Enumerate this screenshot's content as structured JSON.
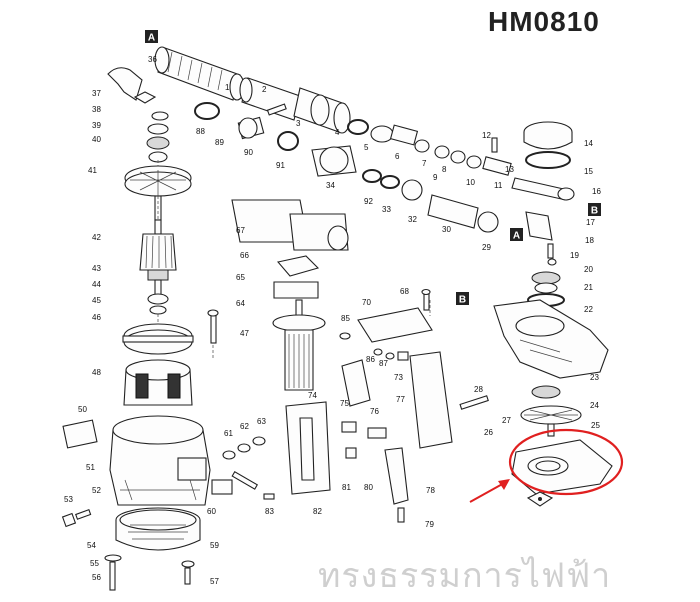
{
  "model": "HM0810",
  "watermark": "ทรงธรรมการไฟฟ้า",
  "markers": [
    "A",
    "A",
    "B",
    "B"
  ],
  "part_numbers": [
    "1",
    "2",
    "3",
    "4",
    "5",
    "6",
    "7",
    "8",
    "9",
    "10",
    "11",
    "12",
    "13",
    "14",
    "15",
    "16",
    "17",
    "18",
    "19",
    "20",
    "21",
    "22",
    "23",
    "24",
    "25",
    "26",
    "27",
    "28",
    "29",
    "30",
    "32",
    "33",
    "34",
    "36",
    "37",
    "38",
    "39",
    "40",
    "41",
    "42",
    "43",
    "44",
    "45",
    "46",
    "47",
    "48",
    "50",
    "51",
    "52",
    "53",
    "54",
    "55",
    "56",
    "57",
    "59",
    "60",
    "61",
    "62",
    "63",
    "64",
    "65",
    "66",
    "67",
    "68",
    "70",
    "73",
    "74",
    "75",
    "76",
    "77",
    "78",
    "79",
    "80",
    "81",
    "82",
    "83",
    "85",
    "86",
    "87",
    "88",
    "89",
    "90",
    "91",
    "92"
  ],
  "highlight": {
    "part": "26",
    "color": "#e02020"
  },
  "colors": {
    "line": "#222222",
    "highlight": "#e02020",
    "arrow": "#e02020",
    "watermark": "#cfcfcf"
  }
}
